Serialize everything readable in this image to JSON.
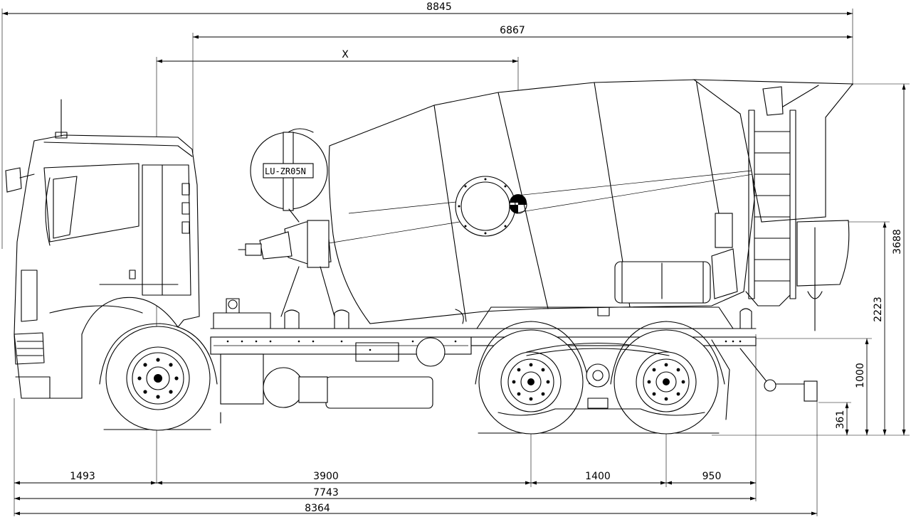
{
  "dimensions": {
    "overall_height_total": "8845",
    "body_length": "6867",
    "variable_x": "X",
    "front_overhang": "1493",
    "wheelbase_first": "3900",
    "bogie_spacing": "1400",
    "rear_overhang_to_frame": "950",
    "frame_length": "7743",
    "overall_length": "8364",
    "height_total": "3688",
    "height_chute": "2223",
    "frame_height": "1000",
    "hitch_height": "361"
  },
  "plate_text": "LU-ZR05N"
}
